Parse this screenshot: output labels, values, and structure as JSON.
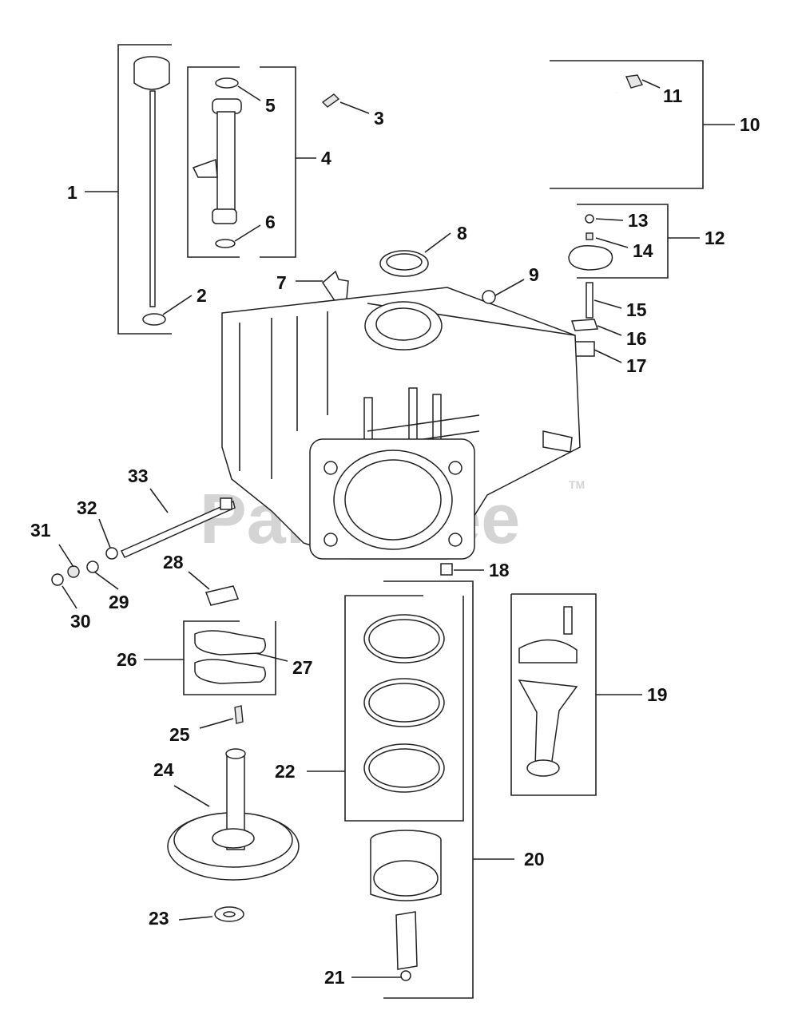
{
  "watermark": {
    "text": "PartsTree",
    "tm": "TM"
  },
  "callouts": [
    "1",
    "2",
    "3",
    "4",
    "5",
    "6",
    "7",
    "8",
    "9",
    "10",
    "11",
    "12",
    "13",
    "14",
    "15",
    "16",
    "17",
    "18",
    "19",
    "20",
    "21",
    "22",
    "23",
    "24",
    "25",
    "26",
    "27",
    "28",
    "29",
    "30",
    "31",
    "32",
    "33"
  ]
}
